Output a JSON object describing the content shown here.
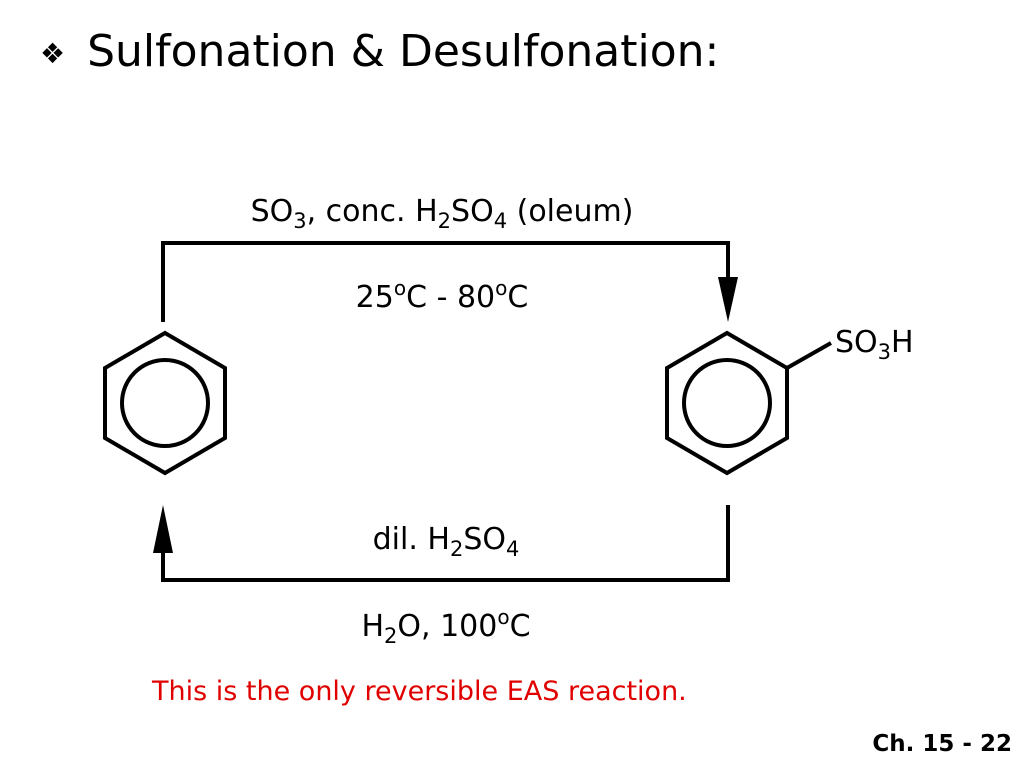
{
  "slide": {
    "bullet_icon": "four-diamond-bullet",
    "title": "Sulfonation & Desulfonation:",
    "note": "This is the only reversible EAS reaction.",
    "note_color": "#e00000",
    "page_number": "Ch. 15 - 22"
  },
  "reaction": {
    "forward_reagents": {
      "part1": "SO",
      "sub1": "3",
      "part2": ", conc. H",
      "sub2": "2",
      "part3": "SO",
      "sub3": "4",
      "part4": " (oleum)"
    },
    "forward_conditions": {
      "t1": "25",
      "deg1": "o",
      "mid": "C - 80",
      "deg2": "o",
      "end": "C"
    },
    "reverse_reagents": {
      "part1": "dil. H",
      "sub1": "2",
      "part2": "SO",
      "sub2": "4"
    },
    "reverse_conditions": {
      "part1": "H",
      "sub1": "2",
      "part2": "O, 100",
      "deg": "o",
      "end": "C"
    },
    "product_substituent": {
      "part1": "SO",
      "sub1": "3",
      "part2": "H"
    },
    "reactant": "benzene",
    "product": "benzenesulfonic acid"
  }
}
